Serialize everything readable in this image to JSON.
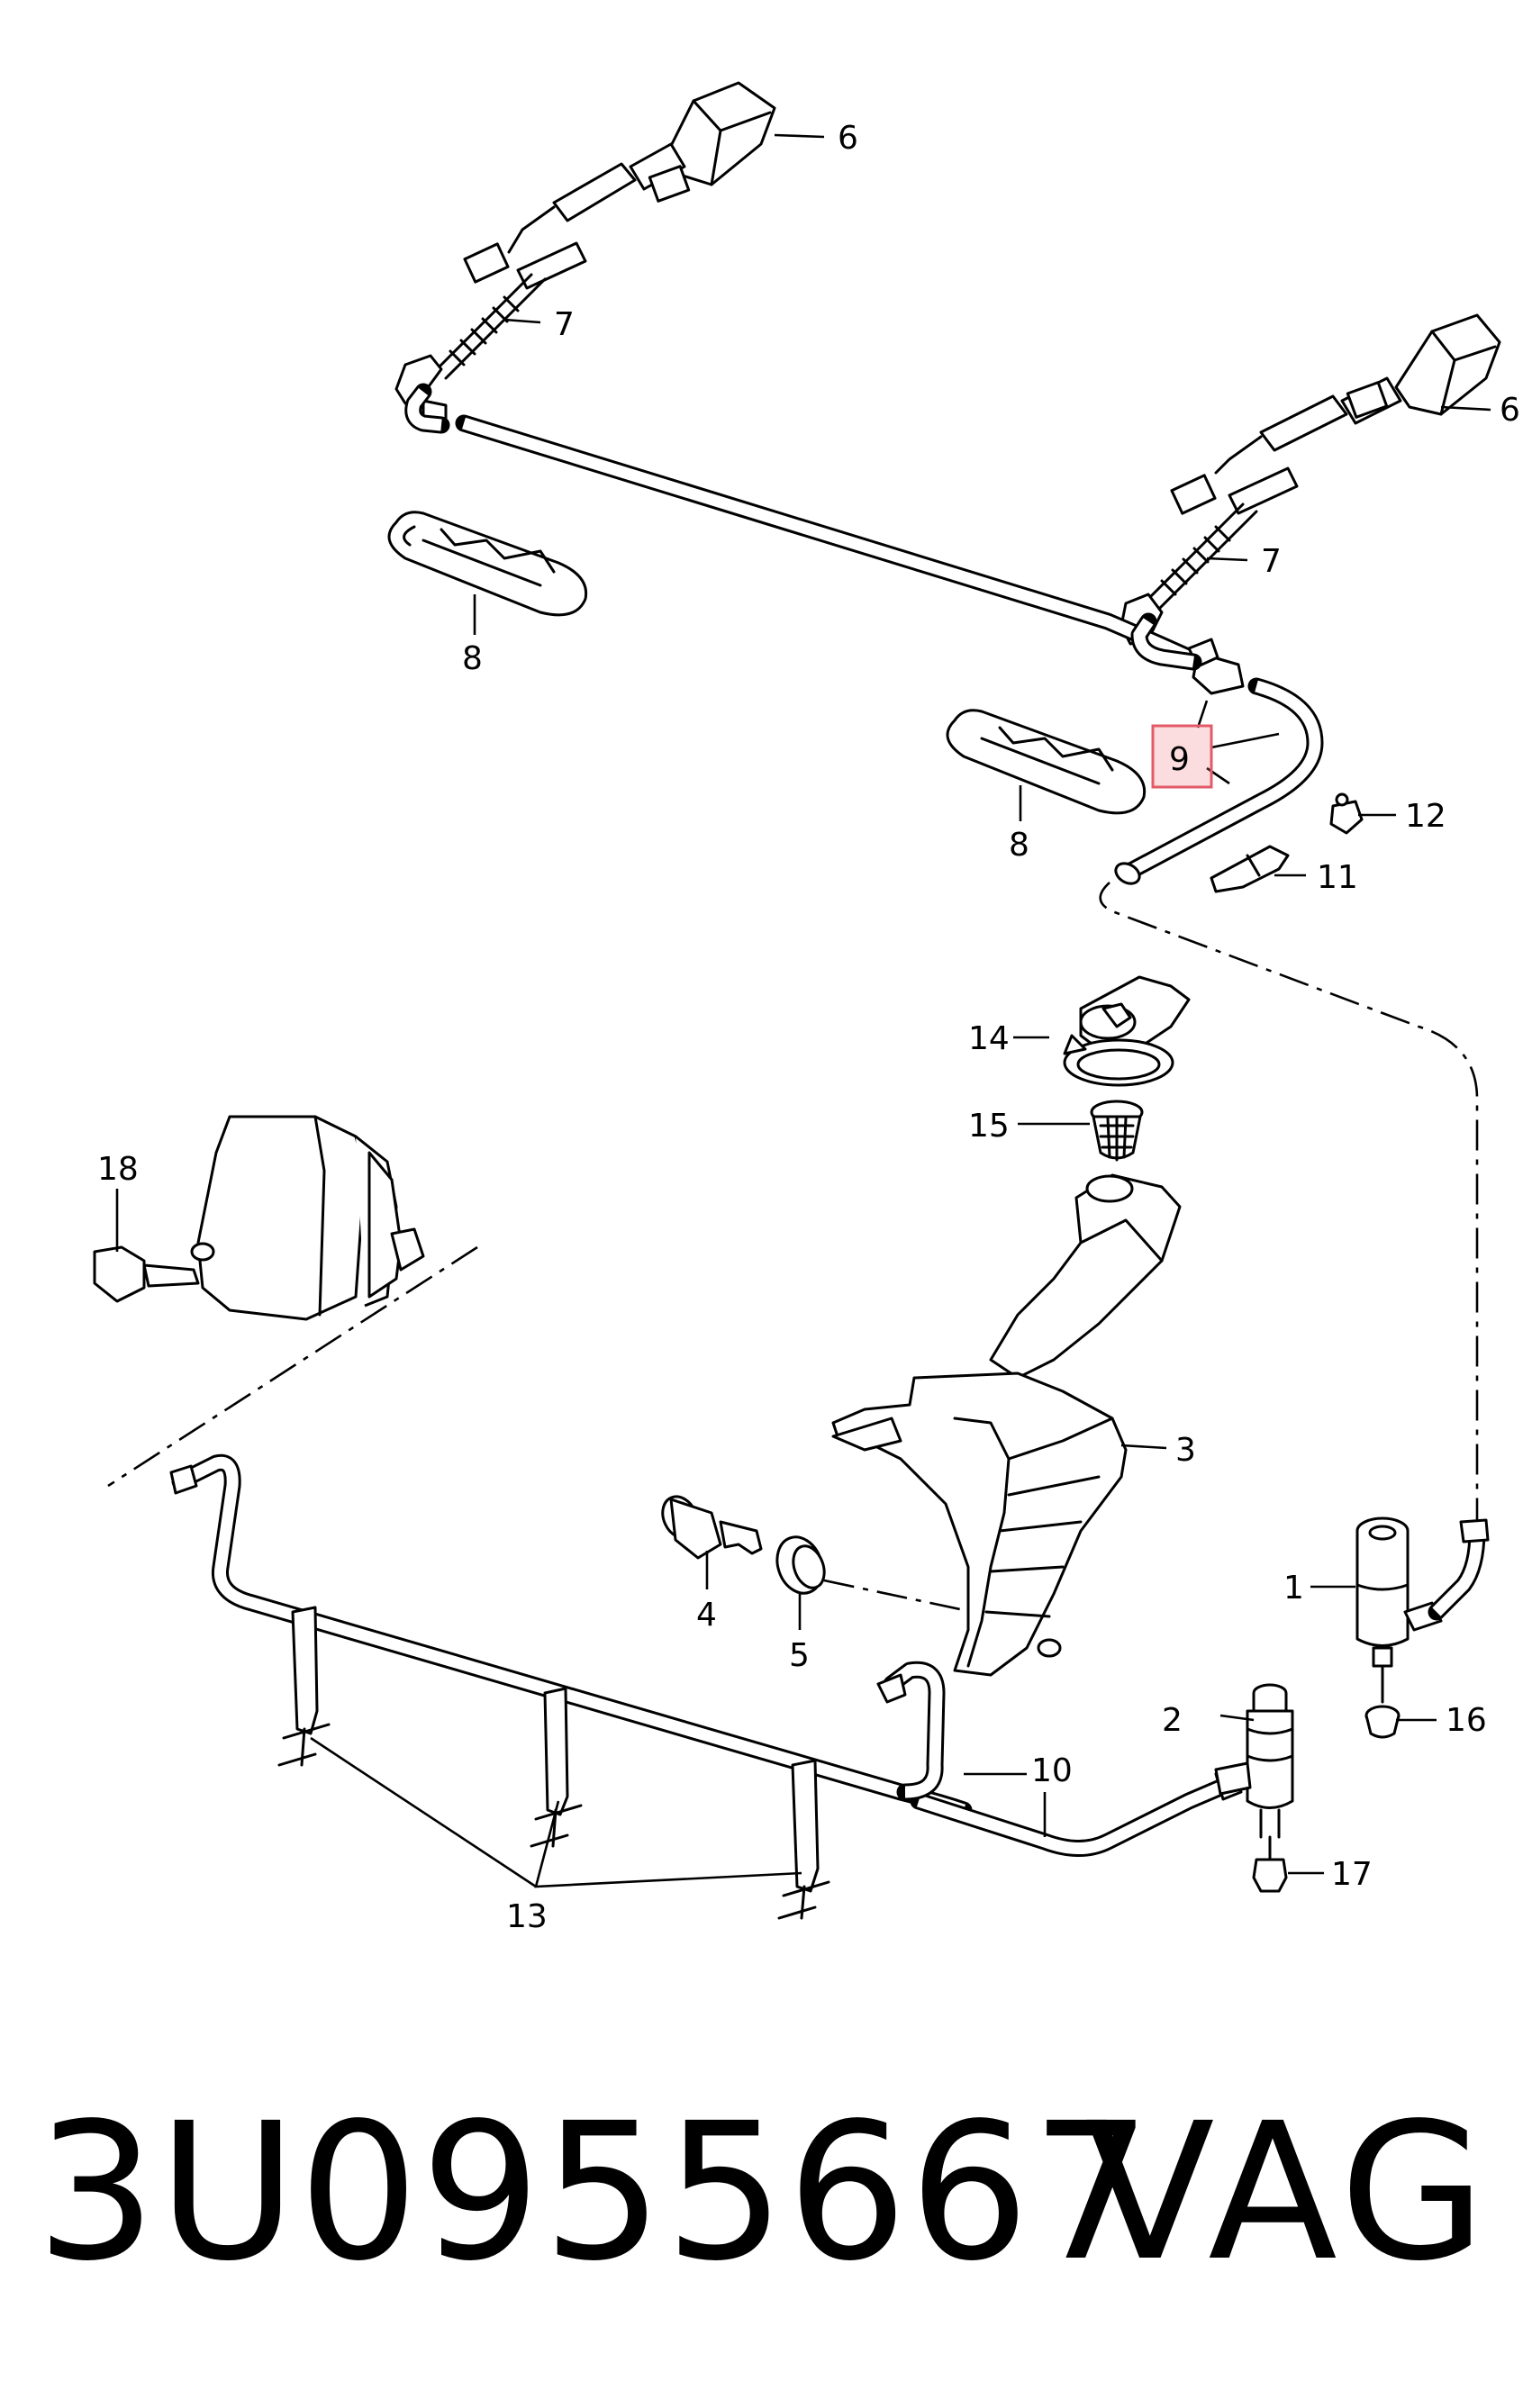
{
  "diagram": {
    "callouts": {
      "c1": "1",
      "c2": "2",
      "c3": "3",
      "c4": "4",
      "c5": "5",
      "c6a": "6",
      "c6b": "6",
      "c7a": "7",
      "c7b": "7",
      "c8a": "8",
      "c8b": "8",
      "c9": "9",
      "c10": "10",
      "c11": "11",
      "c12": "12",
      "c13": "13",
      "c14": "14",
      "c15": "15",
      "c16": "16",
      "c17": "17",
      "c18": "18"
    },
    "highlighted_callout": "9",
    "highlight_color": "#e35a68"
  },
  "footer": {
    "part_number": "3U0955667",
    "brand": "VAG"
  }
}
